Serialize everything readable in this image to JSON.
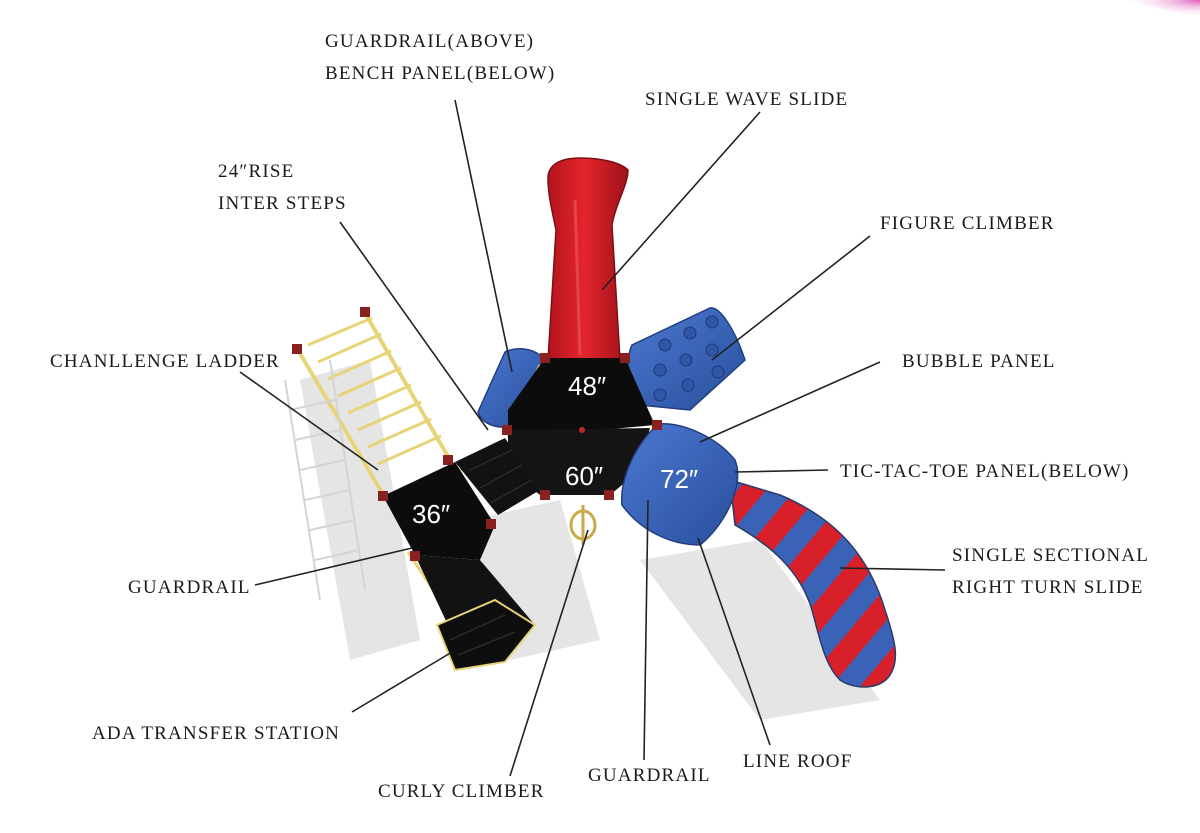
{
  "labels": {
    "guardrail_above": "GUARDRAIL(ABOVE)",
    "bench_panel_below": "BENCH PANEL(BELOW)",
    "single_wave_slide": "SINGLE WAVE SLIDE",
    "rise_24": "24″RISE",
    "inter_steps": "INTER STEPS",
    "figure_climber": "FIGURE CLIMBER",
    "challenge_ladder": "CHANLLENGE LADDER",
    "bubble_panel": "BUBBLE PANEL",
    "tic_tac_toe": "TIC-TAC-TOE PANEL(BELOW)",
    "single_sectional_1": "SINGLE SECTIONAL",
    "single_sectional_2": "RIGHT TURN SLIDE",
    "guardrail_left": "GUARDRAIL",
    "ada_transfer": "ADA TRANSFER STATION",
    "curly_climber": "CURLY CLIMBER",
    "guardrail_bottom": "GUARDRAIL",
    "line_roof": "LINE ROOF"
  },
  "heights": {
    "deck_48": "48″",
    "deck_60": "60″",
    "deck_72": "72″",
    "deck_36": "36″"
  },
  "colors": {
    "red": "#d8202a",
    "blue": "#3a63b8",
    "deck": "#0c0c0c",
    "yellow": "#e7d477",
    "post": "#8a2121"
  }
}
